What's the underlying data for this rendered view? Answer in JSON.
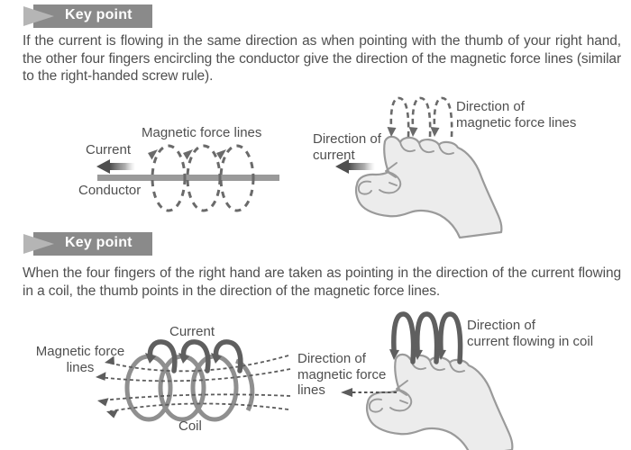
{
  "colors": {
    "banner_bg": "#8a8a8a",
    "banner_arrow": "#b5b5b5",
    "banner_text": "#ffffff",
    "text": "#4f4f4f",
    "label": "#4f4f4f",
    "bar_gray": "#9a9a9a",
    "loop_dash": "#6a6a6a",
    "coil_gray": "#8f8f8f",
    "arrow_dark": "#5f5f5f",
    "hand_fill": "#ececec",
    "hand_stroke": "#9a9a9a"
  },
  "section1": {
    "banner": "Key point",
    "paragraph": "If the current is flowing in the same direction as when pointing with the thumb of your right hand, the other four fingers encircling the conductor give the direction of the magnetic force lines (similar to the right-handed screw rule).",
    "conductor_diagram": {
      "magnetic_force_lines": "Magnetic force lines",
      "current": "Current",
      "conductor": "Conductor"
    },
    "hand_diagram": {
      "direction_of_magnetic_force_lines": "Direction of\nmagnetic force lines",
      "direction_of_current": "Direction of\ncurrent"
    }
  },
  "section2": {
    "banner": "Key point",
    "paragraph": "When the four fingers of the right hand are taken as pointing in the direction of the current flowing in a coil, the thumb points in the direction of the magnetic force lines.",
    "coil_diagram": {
      "current": "Current",
      "magnetic_force_lines": "Magnetic force\nlines",
      "coil": "Coil"
    },
    "hand_diagram": {
      "direction_of_current": "Direction of\ncurrent flowing in coil",
      "direction_of_magnetic_force_lines": "Direction of\nmagnetic force\nlines"
    }
  }
}
